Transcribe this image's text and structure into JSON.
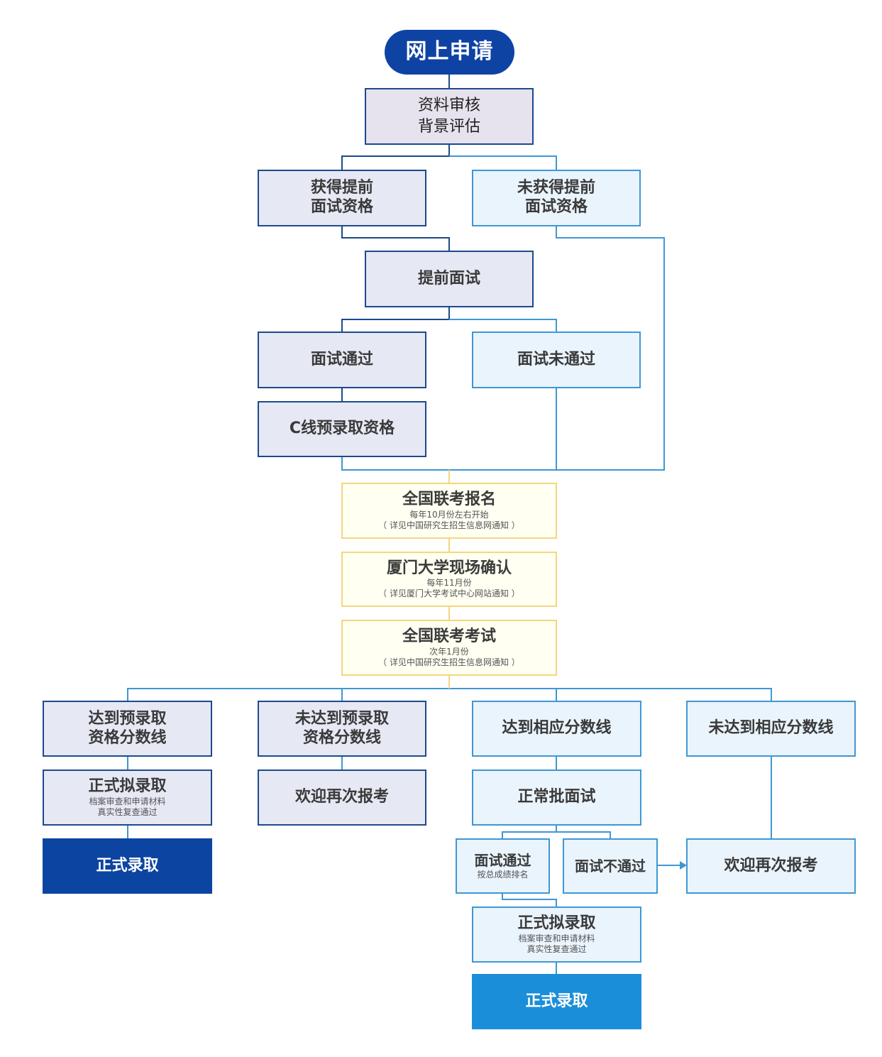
{
  "flow": {
    "start": "网上申请",
    "review": [
      "资料审核",
      "背景评估"
    ],
    "early_yes": [
      "获得提前",
      "面试资格"
    ],
    "early_no": [
      "未获得提前",
      "面试资格"
    ],
    "early_interview": "提前面试",
    "interview_pass": "面试通过",
    "interview_fail": "面试未通过",
    "c_line": "C线预录取资格",
    "register": {
      "title": "全国联考报名",
      "sub": "每年10月份左右开始",
      "note": "（ 详见中国研究生招生信息网通知 ）"
    },
    "confirm": {
      "title": "厦门大学现场确认",
      "sub": "每年11月份",
      "note": "（ 详见厦门大学考试中心网站通知 ）"
    },
    "exam": {
      "title": "全国联考考试",
      "sub": "次年1月份",
      "note": "（ 详见中国研究生招生信息网通知 ）"
    },
    "reach_pre": [
      "达到预录取",
      "资格分数线"
    ],
    "not_reach_pre": [
      "未达到预录取",
      "资格分数线"
    ],
    "reach_line": "达到相应分数线",
    "not_reach_line": "未达到相应分数线",
    "pre_admit_1": {
      "title": "正式拟录取",
      "sub": "档案审查和申请材料",
      "note": "真实性复查通过"
    },
    "welcome_1": "欢迎再次报考",
    "normal_interview": "正常批面试",
    "final_admit_1": "正式录取",
    "ni_pass": {
      "title": "面试通过",
      "sub": "按总成绩排名"
    },
    "ni_fail": "面试不通过",
    "welcome_2": "欢迎再次报考",
    "pre_admit_2": {
      "title": "正式拟录取",
      "sub": "档案审查和申请材料",
      "note": "真实性复查通过"
    },
    "final_admit_2": "正式录取"
  },
  "colors": {
    "navy_line": "#1c4a8c",
    "blue_line": "#3f97d4",
    "yellow_line": "#f6d57e",
    "start_fill": "#0e43a4",
    "final_navy": "#0c44a2",
    "final_blue": "#1b8ed9"
  }
}
